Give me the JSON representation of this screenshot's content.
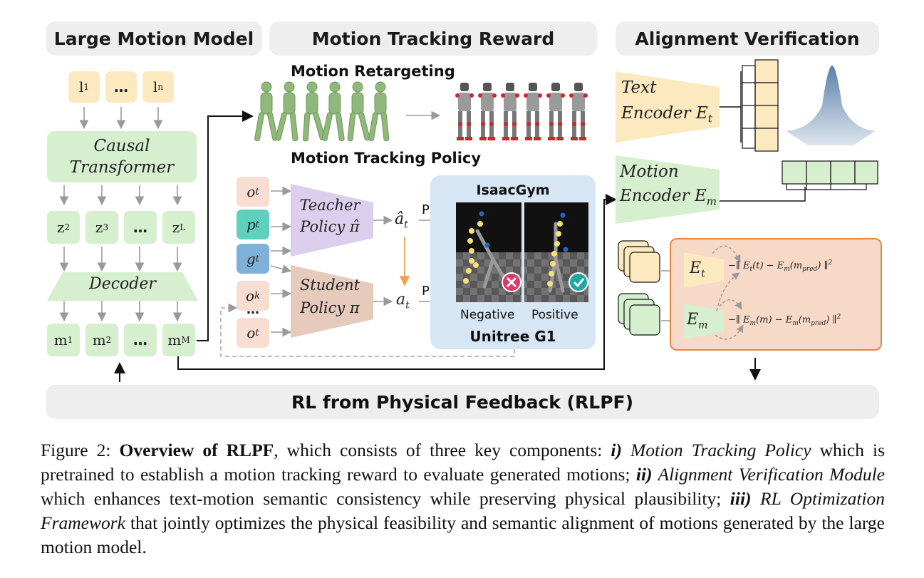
{
  "headers": {
    "large_motion_model": "Large Motion Model",
    "motion_tracking_reward": "Motion Tracking Reward",
    "alignment_verification": "Alignment Verification"
  },
  "lmm": {
    "input_tokens": [
      "l",
      "…",
      "l"
    ],
    "input_subscripts": [
      "1",
      "",
      "n"
    ],
    "causal_transformer": [
      "Causal",
      "Transformer"
    ],
    "z_tokens": [
      "z",
      "z",
      "…",
      "z"
    ],
    "z_superscripts": [
      "2",
      "3",
      "",
      "L"
    ],
    "decoder": "Decoder",
    "m_tokens": [
      "m",
      "m",
      "…",
      "m"
    ],
    "m_superscripts": [
      "1",
      "2",
      "",
      "M"
    ]
  },
  "reward": {
    "motion_retargeting": "Motion Retargeting",
    "motion_tracking_policy": "Motion Tracking Policy",
    "teacher_policy": [
      "Teacher",
      "Policy π̂"
    ],
    "student_policy": [
      "Student",
      "Policy π"
    ],
    "obs_o": "o",
    "obs_p": "p",
    "obs_g": "g",
    "sub_t": "t",
    "sub_k": "k",
    "dots": "…",
    "a_hat": "â",
    "a": "a",
    "pd": "PD",
    "isaacgym": "IsaacGym",
    "negative": "Negative",
    "positive": "Positive",
    "unitree": "Unitree G1"
  },
  "alignment": {
    "text_encoder": [
      "Text",
      "Encoder E"
    ],
    "text_encoder_sub": "t",
    "motion_encoder": [
      "Motion",
      "Encoder E"
    ],
    "motion_encoder_sub": "m",
    "et_label": "E",
    "et_sub": "t",
    "em_label": "E",
    "em_sub": "m",
    "formula_1": "−∥ E_t(t) − E_m(m_pred) ∥²",
    "formula_2": "−∥ E_m(m) − E_m(m_pred) ∥²"
  },
  "rlpf_bar": "RL from Physical Feedback (RLPF)",
  "caption": {
    "figure_label": "Figure 2: ",
    "title_bold": "Overview of RLPF",
    "part1": ", which consists of three key components: ",
    "i_bold": "i)",
    "i_italic": " Motion Tracking Policy",
    "part2": " which is pretrained to establish a motion tracking reward to evaluate generated motions; ",
    "ii_bold": "ii)",
    "ii_italic": " Alignment Verification Module",
    "part3": " which enhances text-motion semantic consistency while preserving physical plausibility; ",
    "iii_bold": "iii)",
    "iii_italic": " RL Optimization Framework",
    "part4": " that jointly optimizes the physical feasibility and semantic alignment of motions generated by the large motion model."
  },
  "colors": {
    "token_yellow": "#fde9bf",
    "token_green": "#d5efcf",
    "teacher_purple": "#dccfee",
    "student_brown": "#e6cbbd",
    "isaac_blue": "#d7e6f4",
    "loss_orange": "#f7d9c8",
    "loss_border": "#e58a3e"
  }
}
